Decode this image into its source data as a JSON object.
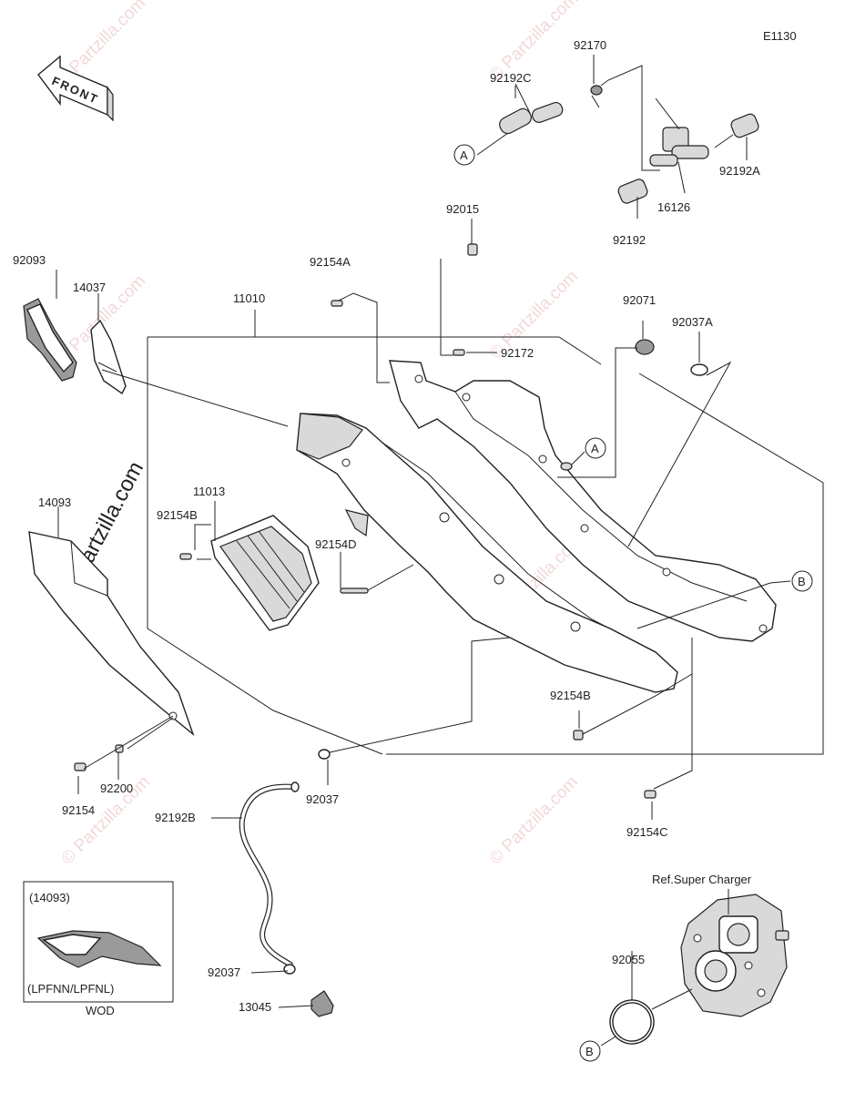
{
  "diagram": {
    "code": "E1130",
    "front_label": "FRONT",
    "ref_label": "Ref.Super Charger",
    "watermark": "© Partzilla.com",
    "inset": {
      "part_ref": "(14093)",
      "variant": "(LPFNN/LPFNL)",
      "caption": "WOD"
    },
    "connectors": {
      "a": "A",
      "b": "B"
    },
    "parts": [
      "92192C",
      "92170",
      "16126",
      "92192A",
      "92192",
      "92015",
      "92154A",
      "92172",
      "92071",
      "92037A",
      "92093",
      "14037",
      "11010",
      "11013",
      "92154B",
      "92154D",
      "14093",
      "92154B",
      "92154",
      "92200",
      "92037",
      "92192B",
      "92154C",
      "92055",
      "92037",
      "13045"
    ]
  }
}
